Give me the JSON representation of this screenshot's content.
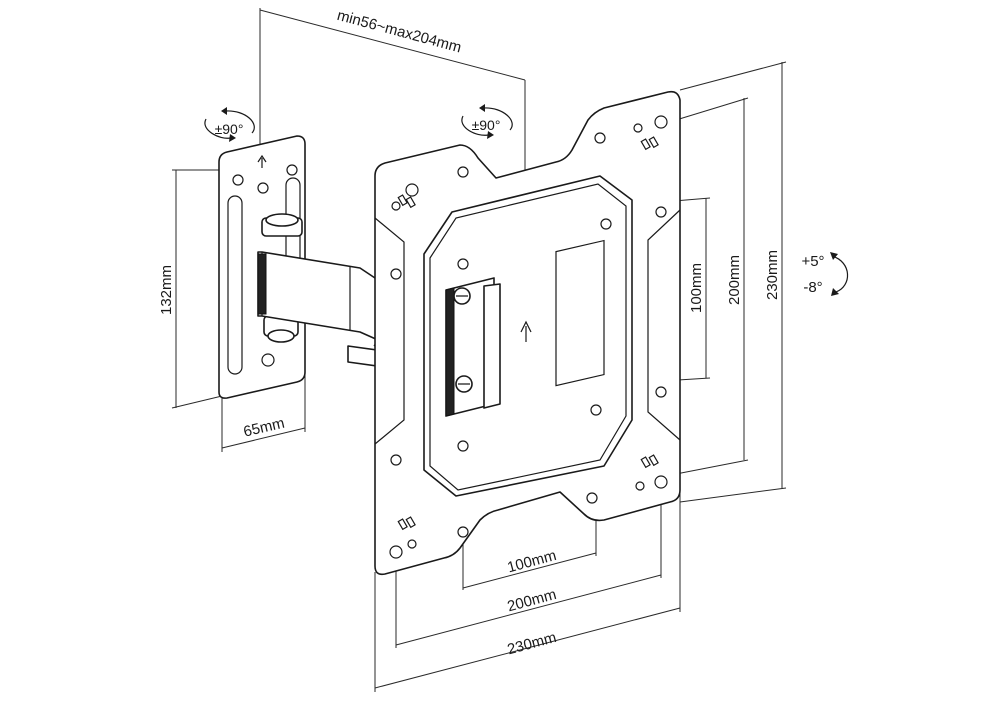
{
  "dimensions": {
    "arm_extension": "min56~max204mm",
    "wall_plate_height": "132mm",
    "wall_plate_width": "65mm",
    "vesa_inner_horizontal": "100mm",
    "vesa_outer_horizontal": "200mm",
    "plate_width": "230mm",
    "vesa_inner_vertical": "100mm",
    "vesa_outer_vertical": "200mm",
    "plate_height": "230mm"
  },
  "rotation": {
    "wall_swivel": "±90°",
    "arm_swivel": "±90°"
  },
  "tilt": {
    "up": "+5°",
    "down": "-8°"
  }
}
